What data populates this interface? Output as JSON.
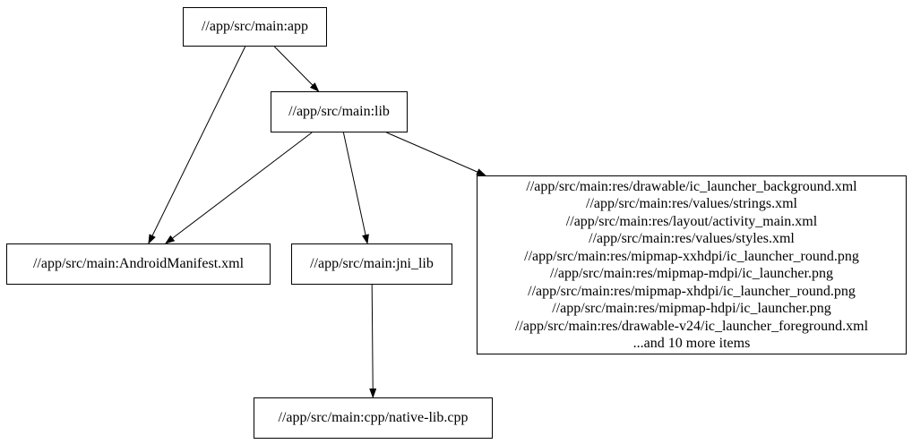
{
  "diagram": {
    "type": "directed-graph",
    "background_color": "#ffffff",
    "node_fill_color": "#ffffff",
    "node_border_color": "#000000",
    "edge_color": "#000000",
    "nodes": [
      {
        "id": "app",
        "label": "//app/src/main:app"
      },
      {
        "id": "lib",
        "label": "//app/src/main:lib"
      },
      {
        "id": "manifest",
        "label": "//app/src/main:AndroidManifest.xml"
      },
      {
        "id": "jni_lib",
        "label": "//app/src/main:jni_lib"
      },
      {
        "id": "res_group",
        "lines": [
          "//app/src/main:res/drawable/ic_launcher_background.xml",
          "//app/src/main:res/values/strings.xml",
          "//app/src/main:res/layout/activity_main.xml",
          "//app/src/main:res/values/styles.xml",
          "//app/src/main:res/mipmap-xxhdpi/ic_launcher_round.png",
          "//app/src/main:res/mipmap-mdpi/ic_launcher.png",
          "//app/src/main:res/mipmap-xhdpi/ic_launcher_round.png",
          "//app/src/main:res/mipmap-hdpi/ic_launcher.png",
          "//app/src/main:res/drawable-v24/ic_launcher_foreground.xml",
          "...and 10 more items"
        ]
      },
      {
        "id": "native_cpp",
        "label": "//app/src/main:cpp/native-lib.cpp"
      }
    ],
    "edges": [
      {
        "from": "app",
        "to": "lib"
      },
      {
        "from": "app",
        "to": "manifest"
      },
      {
        "from": "lib",
        "to": "manifest"
      },
      {
        "from": "lib",
        "to": "jni_lib"
      },
      {
        "from": "lib",
        "to": "res_group"
      },
      {
        "from": "jni_lib",
        "to": "native_cpp"
      }
    ]
  }
}
